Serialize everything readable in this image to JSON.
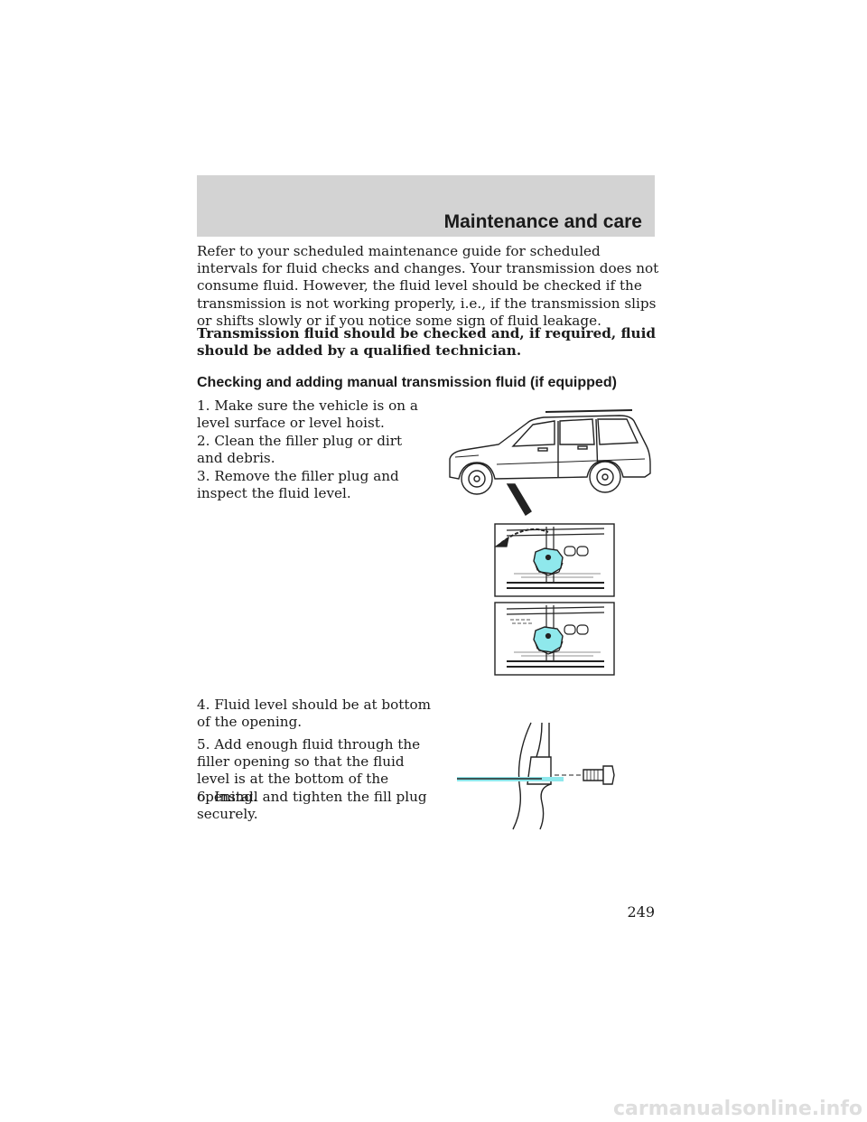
{
  "header": {
    "section_title": "Maintenance and care"
  },
  "intro": "Refer to your scheduled maintenance guide for scheduled intervals for fluid checks and changes. Your transmission does not consume fluid. However, the fluid level should be checked if the transmission is not working properly, i.e., if the transmission slips or shifts slowly or if you notice some sign of fluid leakage.",
  "warning": "Transmission fluid should be checked and, if required, fluid should be added by a qualified technician.",
  "subheading": "Checking and adding manual transmission fluid (if equipped)",
  "steps": [
    "1. Make sure the vehicle is on a level surface or level hoist.",
    "2. Clean the filler plug or dirt and debris.",
    "3. Remove the filler plug and inspect the fluid level.",
    "4. Fluid level should be at bottom of the opening.",
    "5. Add enough fluid through the filler opening so that the fluid level is at the bottom of the opening.",
    "6. Install and tighten the fill plug securely."
  ],
  "page_number": "249",
  "watermark": "carmanualsonline.info",
  "colors": {
    "header_band": "#d3d3d3",
    "illustration_accent": "#8fe8ec"
  }
}
